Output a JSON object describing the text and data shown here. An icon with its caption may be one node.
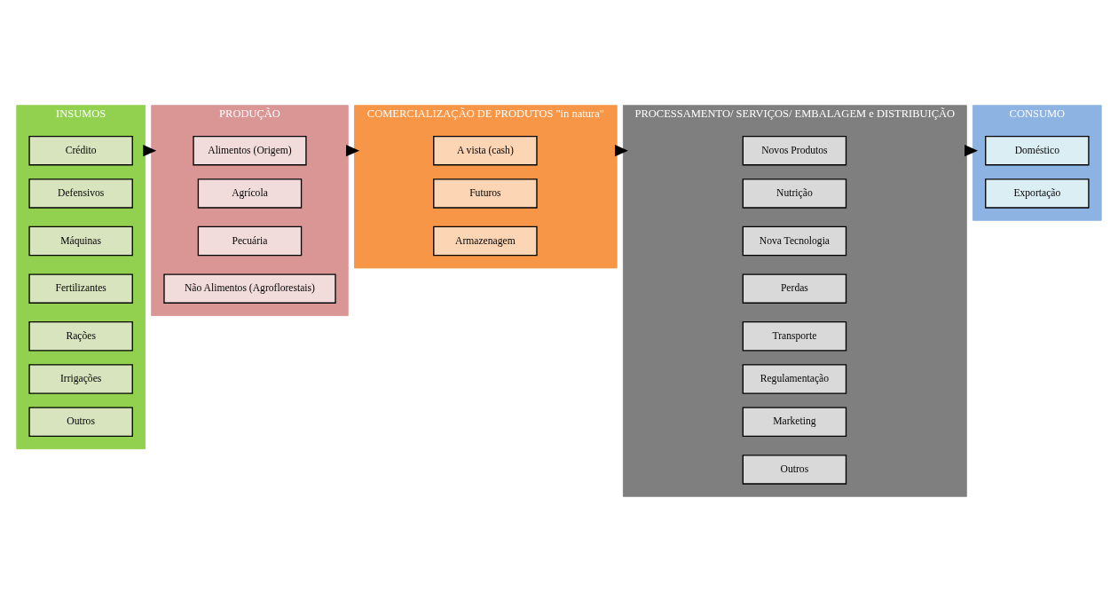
{
  "diagram": {
    "nodes": [
      {
        "text": [
          "INSUMOS"
        ]
      },
      {
        "text": [
          "Crédito"
        ],
        "in": 0
      },
      {
        "text": [
          "Defensivos"
        ],
        "in": 0
      },
      {
        "text": [
          "Máquinas"
        ],
        "in": 0
      },
      {
        "text": [
          "Fertilizantes"
        ],
        "in": 0
      },
      {
        "text": [
          "Rações"
        ],
        "in": 0
      },
      {
        "text": [
          "Irrigações"
        ],
        "in": 0
      },
      {
        "text": [
          "Outros"
        ],
        "in": 0
      },
      {
        "text": [
          "PRODUÇÃO"
        ]
      },
      {
        "text": [
          "Alimentos (Origem)"
        ],
        "in": 8
      },
      {
        "text": [
          "Agrícola"
        ],
        "in": 8
      },
      {
        "text": [
          "Pecuária"
        ],
        "in": 8
      },
      {
        "text": [
          "Não Alimentos (Agroflorestais)"
        ],
        "in": 8
      },
      {
        "text": [
          "COMERCIALIZAÇÃO DE PRODUTOS \"in natura\""
        ]
      },
      {
        "text": [
          "A vista (cash)"
        ],
        "in": 13
      },
      {
        "text": [
          "Futuros"
        ],
        "in": 13
      },
      {
        "text": [
          "Armazenagem"
        ],
        "in": 13
      },
      {
        "text": [
          "PROCESSAMENTO/ SERVIÇOS/ EMBALAGEM e DISTRIBUIÇÃO"
        ]
      },
      {
        "text": [
          "Novos Produtos"
        ],
        "in": 17
      },
      {
        "text": [
          "Nutrição"
        ],
        "in": 17
      },
      {
        "text": [
          "Nova Tecnologia"
        ],
        "in": 17
      },
      {
        "text": [
          "Perdas"
        ],
        "in": 17
      },
      {
        "text": [
          "Transporte"
        ],
        "in": 17
      },
      {
        "text": [
          "Regulamentação"
        ],
        "in": 17
      },
      {
        "text": [
          "Marketing"
        ],
        "in": 17
      },
      {
        "text": [
          "Outros"
        ],
        "in": 17
      },
      {
        "text": [
          "CONSUMO"
        ]
      },
      {
        "text": [
          "Doméstico"
        ],
        "in": 26
      },
      {
        "text": [
          "Exportação"
        ],
        "in": 26
      }
    ],
    "edges": [
      {
        "from": 0,
        "to": 8,
        "arrow": "to"
      },
      {
        "from": 8,
        "to": 13,
        "arrow": "to"
      },
      {
        "from": 13,
        "to": 17,
        "arrow": "to"
      },
      {
        "from": 17,
        "to": 26,
        "arrow": "to"
      }
    ]
  }
}
